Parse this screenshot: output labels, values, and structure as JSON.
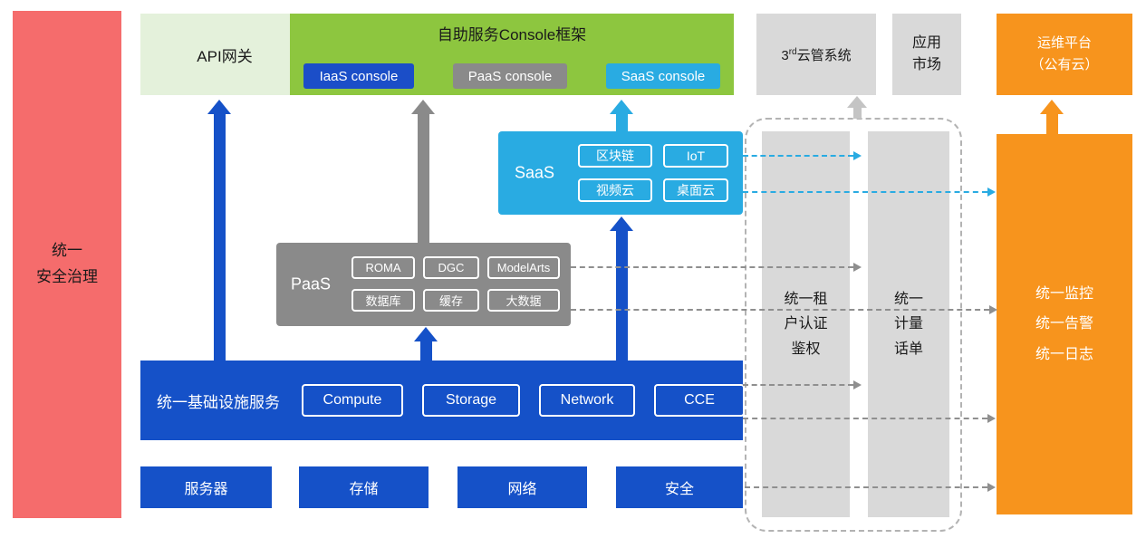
{
  "colors": {
    "blue": "#1551C8",
    "cyan": "#29ABE2",
    "green": "#8DC63F",
    "light_green": "#E4F1DB",
    "gray": "#8A8A8A",
    "light_gray": "#D9D9D9",
    "orange": "#F7941D",
    "red": "#F56C6C"
  },
  "security_bar": {
    "label": "统一\n安全治理"
  },
  "api_gateway": {
    "label": "API网关"
  },
  "console_frame": {
    "title": "自助服务Console框架",
    "iaas": "IaaS console",
    "paas": "PaaS console",
    "saas": "SaaS console"
  },
  "third_party_cloud": {
    "pre": "3",
    "sup": "rd",
    "post": "云管系统"
  },
  "app_market": {
    "label": "应用\n市场"
  },
  "ops_platform": {
    "label": "运维平台\n（公有云）"
  },
  "saas": {
    "label": "SaaS",
    "items": [
      "区块链",
      "IoT",
      "视频云",
      "桌面云"
    ]
  },
  "paas": {
    "label": "PaaS",
    "items": [
      "ROMA",
      "DGC",
      "ModelArts",
      "数据库",
      "缓存",
      "大数据"
    ]
  },
  "infra": {
    "label": "统一基础设施服务",
    "items": [
      "Compute",
      "Storage",
      "Network",
      "CCE"
    ]
  },
  "foundation": {
    "items": [
      "服务器",
      "存储",
      "网络",
      "安全"
    ]
  },
  "auth_bar": {
    "label": "统一租\n户认证\n鉴权"
  },
  "metering_bar": {
    "label": "统一\n计量\n话单"
  },
  "monitor_bar": {
    "label": "统一监控\n统一告警\n统一日志"
  }
}
